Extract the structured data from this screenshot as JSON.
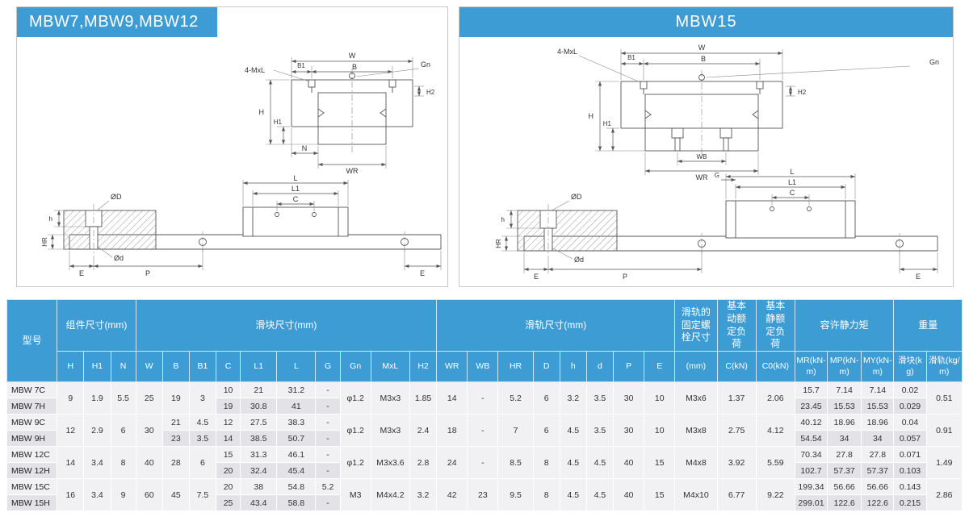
{
  "page": {
    "accent": "#3e9cd5",
    "background": "#ffffff"
  },
  "panels": [
    {
      "title": "MBW7,MBW9,MBW12",
      "dims": {
        "w": "W",
        "b": "B",
        "b1": "B1",
        "mxl": "4-MxL",
        "gn": "Gn",
        "h": "H",
        "h1": "H1",
        "h2": "H2",
        "n": "N",
        "wr": "WR",
        "l": "L",
        "l1": "L1",
        "c": "C",
        "dia_D": "ØD",
        "dia_d": "Ød",
        "hr": "HR",
        "h_small": "h",
        "e_left": "E",
        "p": "P",
        "e_right": "E"
      }
    },
    {
      "title": "MBW15",
      "dims": {
        "w": "W",
        "b": "B",
        "b1": "B1",
        "mxl": "4-MxL",
        "gn": "Gn",
        "h": "H",
        "h1": "H1",
        "h2": "H2",
        "wb": "WB",
        "wr": "WR",
        "g": "G",
        "l": "L",
        "l1": "L1",
        "c": "C",
        "dia_D": "ØD",
        "dia_d": "Ød",
        "hr": "HR",
        "h_small": "h",
        "e_left": "E",
        "p": "P",
        "e_right": "E"
      }
    }
  ],
  "table": {
    "model_header": "型号",
    "groups": {
      "assembly": "组件尺寸(mm)",
      "block": "滑块尺寸(mm)",
      "rail": "滑轨尺寸(mm)",
      "bolt": "滑轨的固定螺栓尺寸",
      "dyn_load": "基本动额定负荷",
      "static_load": "基本静额定负荷",
      "moment": "容许静力矩",
      "weight": "重量"
    },
    "subs": {
      "H": "H",
      "H1": "H1",
      "N": "N",
      "W": "W",
      "B": "B",
      "B1": "B1",
      "C": "C",
      "L1": "L1",
      "L": "L",
      "G": "G",
      "Gn": "Gn",
      "MxL": "MxL",
      "H2": "H2",
      "WR": "WR",
      "WB": "WB",
      "HR": "HR",
      "D": "D",
      "h": "h",
      "d": "d",
      "P": "P",
      "E": "E",
      "bolt_mm": "(mm)",
      "Ck": "C(kN)",
      "C0": "C0(kN)",
      "MR": "MR(kN-m)",
      "MP": "MP(kN-m)",
      "MY": "MY(kN-m)",
      "mb": "滑块(kg)",
      "mr": "滑轨(kg/m)"
    },
    "rows": [
      {
        "model": "MBW 7C",
        "H": "9",
        "H1": "1.9",
        "N": "5.5",
        "W": "25",
        "B": "19",
        "B1": "3",
        "C": "10",
        "L1": "21",
        "L": "31.2",
        "G": "-",
        "Gn": "φ1.2",
        "MxL": "M3x3",
        "H2": "1.85",
        "WR": "14",
        "WB": "-",
        "HR": "5.2",
        "D": "6",
        "h": "3.2",
        "d": "3.5",
        "P": "30",
        "E": "10",
        "bolt": "M3x6",
        "Ck": "1.37",
        "C0": "2.06",
        "MR": "15.7",
        "MP": "7.14",
        "MY": "7.14",
        "mb": "0.02",
        "mr": "0.51"
      },
      {
        "model": "MBW 7H",
        "C": "19",
        "L1": "30.8",
        "L": "41",
        "G": "-",
        "MR": "23.45",
        "MP": "15.53",
        "MY": "15.53",
        "mb": "0.029"
      },
      {
        "model": "MBW 9C",
        "H": "12",
        "H1": "2.9",
        "N": "6",
        "W": "30",
        "B": "21",
        "B1": "4.5",
        "C": "12",
        "L1": "27.5",
        "L": "38.3",
        "G": "-",
        "Gn": "φ1.2",
        "MxL": "M3x3",
        "H2": "2.4",
        "WR": "18",
        "WB": "-",
        "HR": "7",
        "D": "6",
        "h": "4.5",
        "d": "3.5",
        "P": "30",
        "E": "10",
        "bolt": "M3x8",
        "Ck": "2.75",
        "C0": "4.12",
        "MR": "40.12",
        "MP": "18.96",
        "MY": "18.96",
        "mb": "0.04",
        "mr": "0.91"
      },
      {
        "model": "MBW 9H",
        "B": "23",
        "B1": "3.5",
        "C": "14",
        "L1": "38.5",
        "L": "50.7",
        "G": "-",
        "MR": "54.54",
        "MP": "34",
        "MY": "34",
        "mb": "0.057"
      },
      {
        "model": "MBW 12C",
        "H": "14",
        "H1": "3.4",
        "N": "8",
        "W": "40",
        "B": "28",
        "B1": "6",
        "C": "15",
        "L1": "31.3",
        "L": "46.1",
        "G": "-",
        "Gn": "φ1.2",
        "MxL": "M3x3.6",
        "H2": "2.8",
        "WR": "24",
        "WB": "-",
        "HR": "8.5",
        "D": "8",
        "h": "4.5",
        "d": "4.5",
        "P": "40",
        "E": "15",
        "bolt": "M4x8",
        "Ck": "3.92",
        "C0": "5.59",
        "MR": "70.34",
        "MP": "27.8",
        "MY": "27.8",
        "mb": "0.071",
        "mr": "1.49"
      },
      {
        "model": "MBW 12H",
        "C": "20",
        "L1": "32.4",
        "L": "45.4",
        "G": "-",
        "MR": "102.7",
        "MP": "57.37",
        "MY": "57.37",
        "mb": "0.103"
      },
      {
        "model": "MBW 15C",
        "H": "16",
        "H1": "3.4",
        "N": "9",
        "W": "60",
        "B": "45",
        "B1": "7.5",
        "C": "20",
        "L1": "38",
        "L": "54.8",
        "G": "5.2",
        "Gn": "M3",
        "MxL": "M4x4.2",
        "H2": "3.2",
        "WR": "42",
        "WB": "23",
        "HR": "9.5",
        "D": "8",
        "h": "4.5",
        "d": "4.5",
        "P": "40",
        "E": "15",
        "bolt": "M4x10",
        "Ck": "6.77",
        "C0": "9.22",
        "MR": "199.34",
        "MP": "56.66",
        "MY": "56.66",
        "mb": "0.143",
        "mr": "2.86"
      },
      {
        "model": "MBW 15H",
        "C": "25",
        "L1": "43.4",
        "L": "58.8",
        "G": "-",
        "MR": "299.01",
        "MP": "122.6",
        "MY": "122.6",
        "mb": "0.215"
      }
    ]
  }
}
